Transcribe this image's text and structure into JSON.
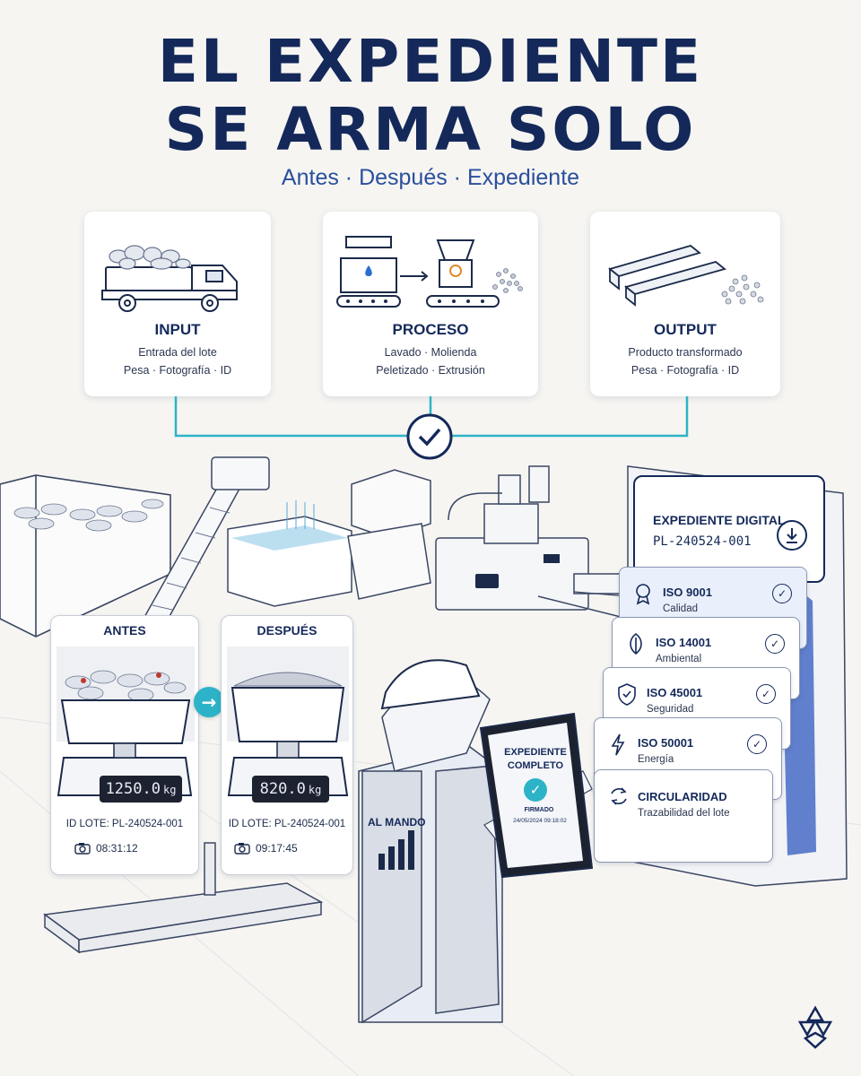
{
  "header": {
    "title_line1": "EL EXPEDIENTE",
    "title_line2": "SE ARMA SOLO",
    "subtitle": "Antes · Después · Expediente"
  },
  "steps": [
    {
      "name": "INPUT",
      "line1": "Entrada del lote",
      "line2": "Pesa · Fotografía · ID"
    },
    {
      "name": "PROCESO",
      "line1": "Lavado · Molienda",
      "line2": "Peletizado · Extrusión"
    },
    {
      "name": "OUTPUT",
      "line1": "Producto transformado",
      "line2": "Pesa · Fotografía · ID"
    }
  ],
  "before": {
    "title": "ANTES",
    "weight": "1250.0",
    "unit": "kg",
    "lot_id": "ID LOTE: PL-240524-001",
    "time": "08:31:12"
  },
  "after": {
    "title": "DESPUÉS",
    "weight": "820.0",
    "unit": "kg",
    "lot_id": "ID LOTE: PL-240524-001",
    "time": "09:17:45"
  },
  "tablet": {
    "line1": "EXPEDIENTE",
    "line2": "COMPLETO",
    "signed": "FIRMADO",
    "datetime": "24/05/2024 09:18:02"
  },
  "vest_text": "AL MANDO",
  "digital_file": {
    "title": "EXPEDIENTE DIGITAL",
    "id": "PL-240524-001",
    "folders": [
      {
        "name": "ISO 9001",
        "sub": "Calidad",
        "icon": "ribbon-icon"
      },
      {
        "name": "ISO 14001",
        "sub": "Ambiental",
        "icon": "leaf-icon"
      },
      {
        "name": "ISO 45001",
        "sub": "Seguridad",
        "icon": "shield-check-icon"
      },
      {
        "name": "ISO 50001",
        "sub": "Energía",
        "icon": "lightning-icon"
      },
      {
        "name": "CIRCULARIDAD",
        "sub": "Trazabilidad del lote",
        "icon": "recycle-icon"
      }
    ]
  },
  "colors": {
    "navy": "#14295a",
    "accent_blue": "#2a4f9c",
    "teal": "#2db3c7",
    "background": "#f6f5f2"
  }
}
